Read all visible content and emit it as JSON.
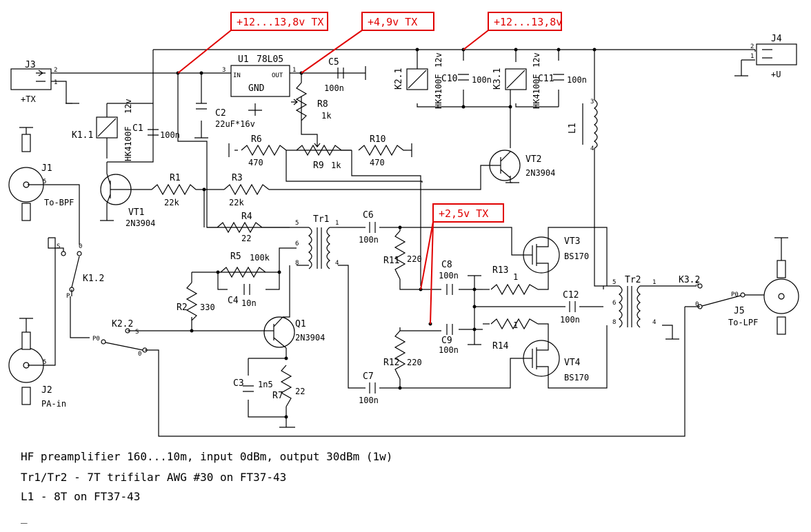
{
  "annotations": [
    {
      "id": "a1",
      "text": "+12...13,8v  TX"
    },
    {
      "id": "a2",
      "text": "+4,9v  TX"
    },
    {
      "id": "a3",
      "text": "+12...13,8v"
    },
    {
      "id": "a4",
      "text": "+2,5v  TX"
    }
  ],
  "components": {
    "J1": {
      "ref": "J1",
      "label": "To-BPF"
    },
    "J2": {
      "ref": "J2",
      "label": "PA-in"
    },
    "J3": {
      "ref": "J3",
      "label": "+TX"
    },
    "J4": {
      "ref": "J4",
      "label": "+U"
    },
    "J5": {
      "ref": "J5",
      "label": "To-LPF"
    },
    "U1": {
      "ref": "U1",
      "part": "78L05",
      "in": "IN",
      "out": "OUT",
      "gnd": "GND"
    },
    "C1": {
      "ref": "C1",
      "value": "100n"
    },
    "C2": {
      "ref": "C2",
      "value": "22uF*16v"
    },
    "C3": {
      "ref": "C3",
      "value": "1n5"
    },
    "C4": {
      "ref": "C4",
      "value": "10n"
    },
    "C5": {
      "ref": "C5",
      "value": "100n"
    },
    "C6": {
      "ref": "C6",
      "value": "100n"
    },
    "C7": {
      "ref": "C7",
      "value": "100n"
    },
    "C8": {
      "ref": "C8",
      "value": "100n"
    },
    "C9": {
      "ref": "C9",
      "value": "100n"
    },
    "C10": {
      "ref": "C10",
      "value": "100n"
    },
    "C11": {
      "ref": "C11",
      "value": "100n"
    },
    "C12": {
      "ref": "C12",
      "value": "100n"
    },
    "R1": {
      "ref": "R1",
      "value": "22k"
    },
    "R2": {
      "ref": "R2",
      "value": "330"
    },
    "R3": {
      "ref": "R3",
      "value": "22k"
    },
    "R4": {
      "ref": "R4",
      "value": "22"
    },
    "R5": {
      "ref": "R5",
      "value": "100k"
    },
    "R6": {
      "ref": "R6",
      "value": "470"
    },
    "R7": {
      "ref": "R7",
      "value": "22"
    },
    "R8": {
      "ref": "R8",
      "value": "1k"
    },
    "R9": {
      "ref": "R9",
      "value": "1k"
    },
    "R10": {
      "ref": "R10",
      "value": "470"
    },
    "R11": {
      "ref": "R11",
      "value": "220"
    },
    "R12": {
      "ref": "R12",
      "value": "220"
    },
    "R13": {
      "ref": "R13",
      "value": "1"
    },
    "R14": {
      "ref": "R14",
      "value": "1"
    },
    "VT1": {
      "ref": "VT1",
      "part": "2N3904"
    },
    "VT2": {
      "ref": "VT2",
      "part": "2N3904"
    },
    "Q1": {
      "ref": "Q1",
      "part": "2N3904"
    },
    "VT3": {
      "ref": "VT3",
      "part": "BS170"
    },
    "VT4": {
      "ref": "VT4",
      "part": "BS170"
    },
    "Tr1": {
      "ref": "Tr1"
    },
    "Tr2": {
      "ref": "Tr2"
    },
    "L1": {
      "ref": "L1"
    },
    "K1_1": {
      "ref": "K1.1",
      "part": "HK4100F",
      "volt": "12v"
    },
    "K1_2": {
      "ref": "K1.2"
    },
    "K2_1": {
      "ref": "K2.1",
      "part": "HK4100F",
      "volt": "12v"
    },
    "K2_2": {
      "ref": "K2.2"
    },
    "K3_1": {
      "ref": "K3.1",
      "part": "HK4100F",
      "volt": "12v"
    },
    "K3_2": {
      "ref": "K3.2"
    }
  },
  "pins": {
    "p1": "1",
    "p2": "2",
    "p3": "3",
    "p4": "4",
    "p5": "5",
    "p6": "6",
    "p8": "8",
    "s": "S",
    "p": "P",
    "po": "P0",
    "zero": "0"
  },
  "notes": [
    "HF preamplifier 160...10m, input 0dBm, output 30dBm (1w)",
    "Tr1/Tr2 - 7T trifilar AWG #30 on FT37-43",
    "L1 - 8T on FT37-43",
    "_"
  ]
}
